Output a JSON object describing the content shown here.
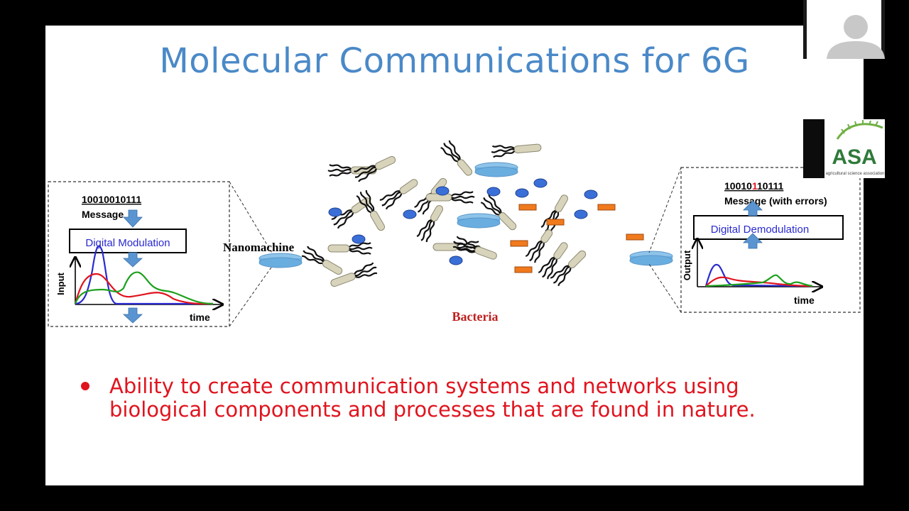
{
  "slide": {
    "title": "Molecular Communications for 6G",
    "bullet": "Ability to create communication systems and networks using biological components and processes that are found in nature."
  },
  "diagram": {
    "transmitter": {
      "bits": "10010010111",
      "message": "Message",
      "modulation": "Digital Modulation",
      "y_axis": "Input",
      "x_axis": "time"
    },
    "nanomachine_label": "Nanomachine",
    "bacteria_label": "Bacteria",
    "receiver": {
      "bits_prefix": "10010",
      "bits_error": "1",
      "bits_suffix": "10111",
      "message": "Message (with errors)",
      "demodulation": "Digital Demodulation",
      "y_axis": "Output",
      "x_axis": "time"
    }
  },
  "participants": {
    "tile1_icon": "user-avatar-icon",
    "tile2_logo": "ASA",
    "tile2_logo_caption": "agricultural science association"
  },
  "colors": {
    "title": "#4a89c8",
    "bullet": "#e0141e",
    "box_label": "#2a2ad0",
    "molecule_blue": "#3a6fd8",
    "molecule_orange": "#f07a1c",
    "arrow_blue": "#5a95d2",
    "asa_green": "#6fb043"
  }
}
